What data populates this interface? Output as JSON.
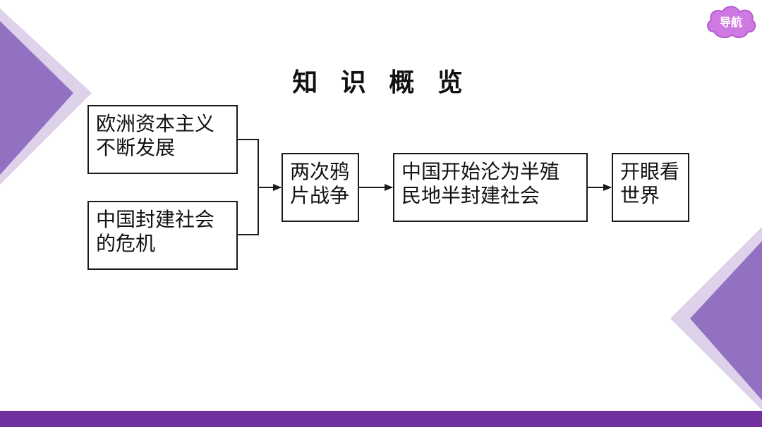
{
  "nav": {
    "label": "导航"
  },
  "title": "知 识 概 览",
  "nodes": {
    "capitalism": {
      "line1": "欧洲资本主义",
      "line2": "不断发展"
    },
    "crisis": {
      "line1": "中国封建社会",
      "line2": "的危机"
    },
    "opium_wars": {
      "line1": "两次鸦",
      "line2": "片战争"
    },
    "semi_colonial": {
      "line1": "中国开始沦为半殖",
      "line2": "民地半封建社会"
    },
    "open_eyes": {
      "line1": "开眼看",
      "line2": "世界"
    }
  },
  "colors": {
    "accent": "#7030a0",
    "triangle_dark": "#8e6cc0",
    "triangle_light": "#d9cde9",
    "nav_cloud": "#cc77e0"
  }
}
